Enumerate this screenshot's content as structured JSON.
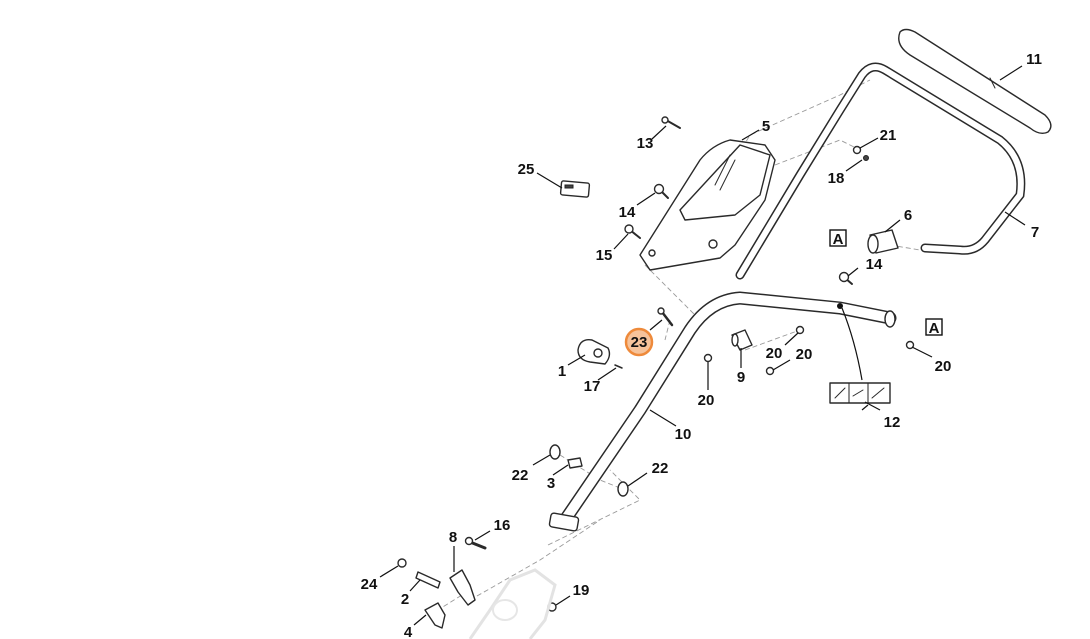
{
  "highlight_color": "#ee8a3b",
  "callouts": {
    "c1": "1",
    "c2": "2",
    "c3": "3",
    "c4": "4",
    "c5": "5",
    "c6": "6",
    "c7": "7",
    "c8": "8",
    "c9": "9",
    "c10": "10",
    "c11": "11",
    "c12": "12",
    "c13": "13",
    "c14a": "14",
    "c14b": "14",
    "c15": "15",
    "c16": "16",
    "c17": "17",
    "c18": "18",
    "c19": "19",
    "c20a": "20",
    "c20b": "20",
    "c20c": "20",
    "c20d": "20",
    "c21": "21",
    "c22a": "22",
    "c22b": "22",
    "c23": "23",
    "c24": "24",
    "c25": "25",
    "refA1": "A",
    "refA2": "A"
  }
}
